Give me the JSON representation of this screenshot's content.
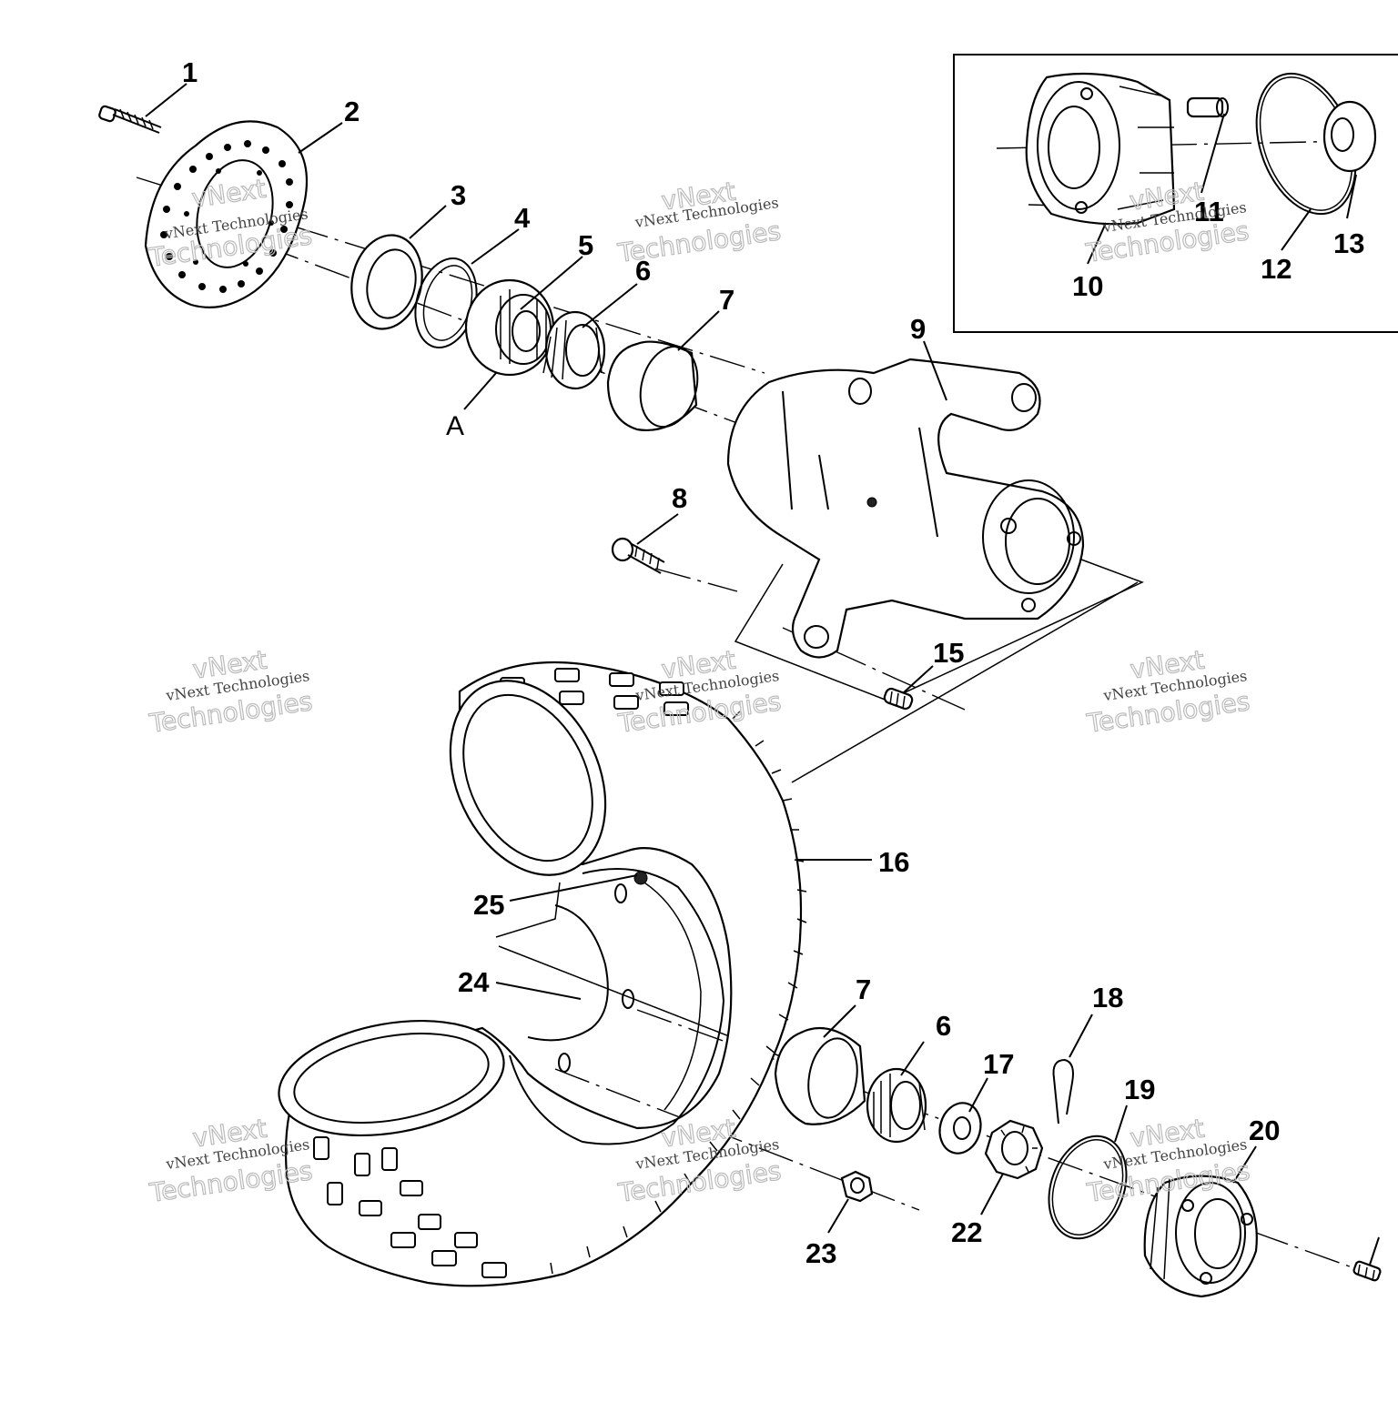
{
  "diagram": {
    "callouts": [
      "1",
      "2",
      "3",
      "4",
      "5",
      "6",
      "7",
      "8",
      "9",
      "10",
      "11",
      "12",
      "13",
      "15",
      "16",
      "17",
      "18",
      "19",
      "20",
      "22",
      "23",
      "24",
      "25",
      "7",
      "6",
      "A"
    ],
    "watermark": {
      "line1": "vNext Technologies",
      "line2": "vNext",
      "line3": "Technologies"
    }
  }
}
